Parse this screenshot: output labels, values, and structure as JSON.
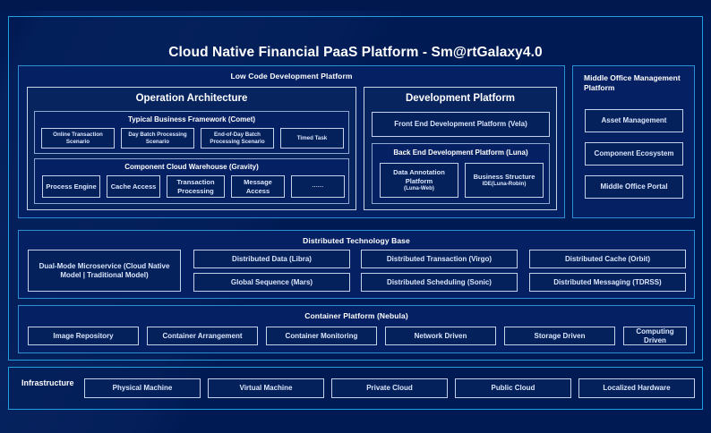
{
  "title": "Cloud Native Financial PaaS Platform - Sm@rtGalaxy4.0",
  "colors": {
    "background": "#001a54",
    "outer_border": "#1f9fe0",
    "band_border": "#2b8fd6",
    "chip_border": "#c3d2ea",
    "text": "#ffffff",
    "chip_text": "#dbe6fb"
  },
  "low_code": {
    "title": "Low Code Development Platform",
    "operation_architecture": {
      "title": "Operation Architecture",
      "business_framework": {
        "title": "Typical Business Framework (Comet)",
        "items": [
          "Online Transaction Scenario",
          "Day Batch Processing Scenario",
          "End-of-Day Batch Processing Scenario",
          "Timed Task"
        ]
      },
      "component_warehouse": {
        "title": "Component Cloud Warehouse (Gravity)",
        "items": [
          "Process Engine",
          "Cache Access",
          "Transaction Processing",
          "Message Access",
          "......"
        ]
      }
    },
    "development_platform": {
      "title": "Development Platform",
      "front_end": "Front End Development Platform (Vela)",
      "back_end": {
        "title": "Back End Development Platform (Luna)",
        "items": [
          {
            "name": "Data Annotation Platform",
            "sub": "(Luna-Web)"
          },
          {
            "name": "Business Structure",
            "sub": "IDE(Luna-Robin)"
          }
        ]
      }
    }
  },
  "middle_office": {
    "title": "Middle Office Management Platform",
    "items": [
      "Asset Management",
      "Component Ecosystem",
      "Middle Office Portal"
    ]
  },
  "distributed_base": {
    "title": "Distributed Technology Base",
    "dual_mode": "Dual-Mode Microservice (Cloud Native Model | Traditional Model)",
    "grid": [
      [
        "Distributed Data (Libra)",
        "Distributed Transaction (Virgo)",
        "Distributed Cache (Orbit)"
      ],
      [
        "Global Sequence (Mars)",
        "Distributed Scheduling (Sonic)",
        "Distributed Messaging (TDRSS)"
      ]
    ]
  },
  "container_platform": {
    "title": "Container Platform (Nebula)",
    "items": [
      "Image Repository",
      "Container Arrangement",
      "Container Monitoring",
      "Network Driven",
      "Storage Driven",
      "Computing Driven"
    ]
  },
  "infrastructure": {
    "label": "Infrastructure",
    "items": [
      "Physical Machine",
      "Virtual Machine",
      "Private Cloud",
      "Public Cloud",
      "Localized Hardware"
    ]
  }
}
